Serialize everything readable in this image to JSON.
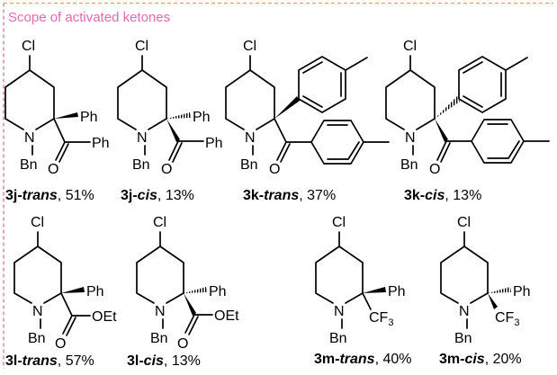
{
  "header": {
    "title": "Scope of activated ketones",
    "border_color": "#f0a04a",
    "title_color": "#e468b3"
  },
  "atoms": {
    "cl": "Cl",
    "n": "N",
    "bn": "Bn",
    "ph": "Ph",
    "o": "O",
    "oet": "OEt",
    "cf3": "CF",
    "cf3_sub": "3"
  },
  "compounds": [
    {
      "id": "3j-trans",
      "code": "3j",
      "stereo": "trans",
      "yield": ", 51%"
    },
    {
      "id": "3j-cis",
      "code": "3j",
      "stereo": "cis",
      "yield": ", 13%"
    },
    {
      "id": "3k-trans",
      "code": "3k",
      "stereo": "trans",
      "yield": ", 37%"
    },
    {
      "id": "3k-cis",
      "code": "3k",
      "stereo": "cis",
      "yield": ", 13%"
    },
    {
      "id": "3l-trans",
      "code": "3l",
      "stereo": "trans",
      "yield": ", 57%"
    },
    {
      "id": "3l-cis",
      "code": "3l",
      "stereo": "cis",
      "yield": ", 13%"
    },
    {
      "id": "3m-trans",
      "code": "3m",
      "stereo": "trans",
      "yield": ", 40%"
    },
    {
      "id": "3m-cis",
      "code": "3m",
      "stereo": "cis",
      "yield": ", 20%"
    }
  ]
}
